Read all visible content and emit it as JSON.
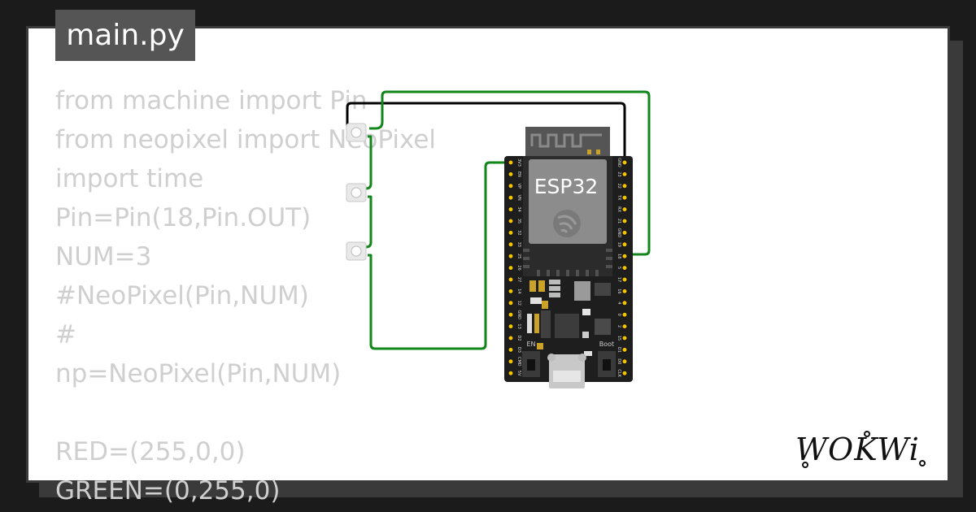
{
  "file_tab": {
    "label": "main.py"
  },
  "code_lines": [
    "from machine import Pin",
    "from neopixel import NeoPixel",
    "import time",
    "Pin=Pin(18,Pin.OUT)",
    "NUM=3",
    "#NeoPixel(Pin,NUM)",
    "#",
    "np=NeoPixel(Pin,NUM)",
    "",
    "RED=(255,0,0)",
    "GREEN=(0,255,0)"
  ],
  "board": {
    "name": "ESP32",
    "en_label": "EN",
    "boot_label": "Boot",
    "left_pins": [
      "3V3",
      "EN",
      "VP",
      "VN",
      "34",
      "35",
      "32",
      "33",
      "25",
      "26",
      "27",
      "14",
      "12",
      "GND",
      "13",
      "D2",
      "D3",
      "CMD",
      "5V"
    ],
    "right_pins": [
      "GND",
      "23",
      "22",
      "TX",
      "RX",
      "21",
      "GND",
      "19",
      "18",
      "5",
      "17",
      "16",
      "4",
      "0",
      "2",
      "15",
      "D1",
      "D0",
      "CLK"
    ]
  },
  "brand": {
    "logo": "WOKWi"
  },
  "colors": {
    "background": "#1b1b1b",
    "card": "#ffffff",
    "code_text": "#cfcfcf",
    "tab_bg": "#555555",
    "wire_green": "#12861b",
    "wire_black": "#000000",
    "board": "#1e1e1e",
    "pin": "#f2c400"
  }
}
